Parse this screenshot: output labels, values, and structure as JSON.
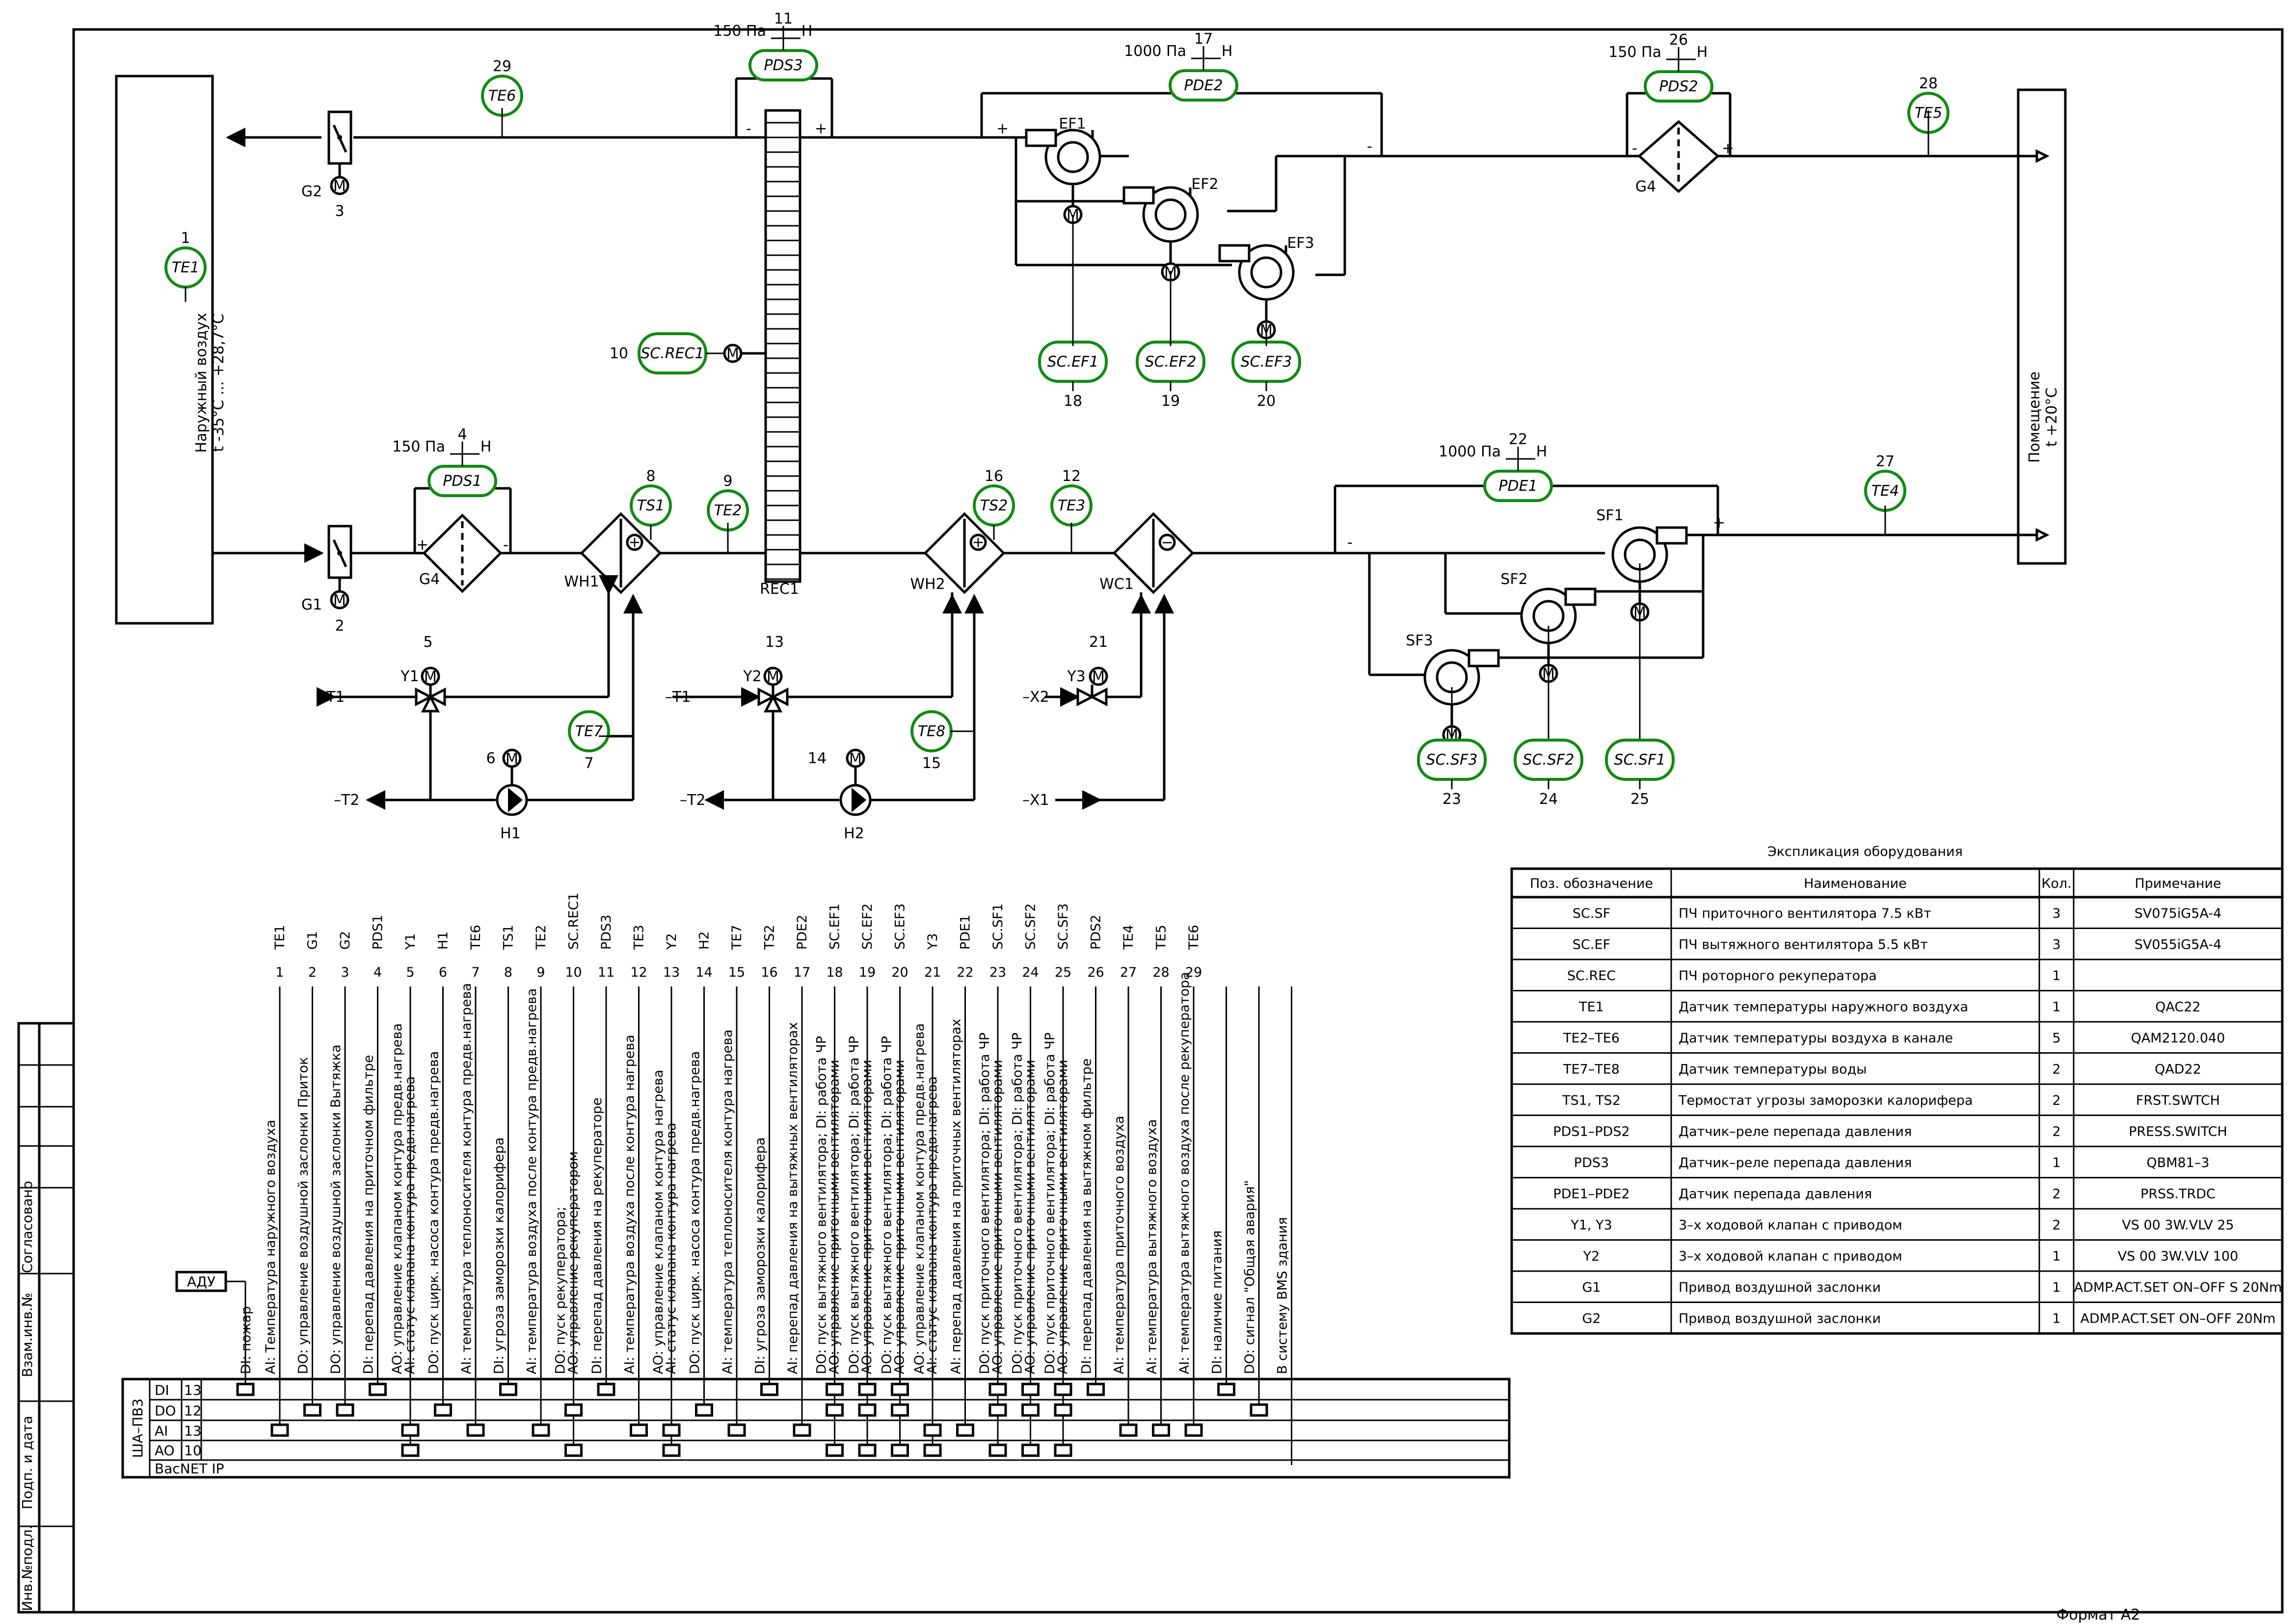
{
  "outside_air": "Наружный воздух",
  "outside_temp": "t -35°С ... +28,7°С",
  "room": "Помещение",
  "room_temp": "t +20°С",
  "format": "Формат А2",
  "fan_units": {
    "ef1": "EF1",
    "ef2": "EF2",
    "ef3": "EF3",
    "sf1": "SF1",
    "sf2": "SF2",
    "sf3": "SF3"
  },
  "equipment_labels": {
    "g2": "G2",
    "g1": "G1",
    "g4a": "G4",
    "g4b": "G4",
    "rec1": "REC1",
    "wh1": "WH1",
    "wh2": "WH2",
    "wc1": "WC1",
    "h1": "H1",
    "h2": "H2",
    "y1": "Y1",
    "y2": "Y2",
    "y3": "Y3"
  },
  "pipe_labels": {
    "t1a": "–T1",
    "t2a": "–T2",
    "t1b": "–T1",
    "t2b": "–T2",
    "x2": "–X2",
    "x1": "–X1"
  },
  "plus": "+",
  "minus": "-",
  "motor": "M",
  "high": "Н",
  "sensors": [
    {
      "tag": "TE6",
      "num": "29"
    },
    {
      "tag": "PDS3",
      "num": "11",
      "range": "150 Па"
    },
    {
      "tag": "PDE2",
      "num": "17",
      "range": "1000 Па"
    },
    {
      "tag": "PDS2",
      "num": "26",
      "range": "150 Па"
    },
    {
      "tag": "TE5",
      "num": "28"
    },
    {
      "tag": "TE1",
      "num": "1"
    },
    {
      "tag": "SC.REC1",
      "num": "10"
    },
    {
      "tag": "SC.EF1",
      "num": "18"
    },
    {
      "tag": "SC.EF2",
      "num": "19"
    },
    {
      "tag": "SC.EF3",
      "num": "20"
    },
    {
      "tag": "PDS1",
      "num": "4",
      "range": "150 Па"
    },
    {
      "tag": "TS1",
      "num": "8"
    },
    {
      "tag": "TE2",
      "num": "9"
    },
    {
      "tag": "TS2",
      "num": "16"
    },
    {
      "tag": "TE3",
      "num": "12"
    },
    {
      "tag": "PDE1",
      "num": "22",
      "range": "1000 Па"
    },
    {
      "tag": "TE4",
      "num": "27"
    },
    {
      "tag": "TE7",
      "num": "7"
    },
    {
      "tag": "TE8",
      "num": "15"
    },
    {
      "tag": "SC.SF3",
      "num": "23"
    },
    {
      "tag": "SC.SF2",
      "num": "24"
    },
    {
      "tag": "SC.SF1",
      "num": "25"
    }
  ],
  "motor_numbers": {
    "g2": "3",
    "g1": "2",
    "y1": "5",
    "h1": "6",
    "y2": "13",
    "h2": "14",
    "y3": "21"
  },
  "title_block": [
    "Согласовано",
    "Взам.инв.№",
    "Подп. и дата",
    "Инв.№подл."
  ],
  "adu": "АДУ",
  "controller": {
    "name": "ША–ПВ3",
    "rows": [
      {
        "type": "DI",
        "count": "13"
      },
      {
        "type": "DO",
        "count": "12"
      },
      {
        "type": "AI",
        "count": "13"
      },
      {
        "type": "AO",
        "count": "10"
      }
    ],
    "bus": "BacNET IP"
  },
  "signals": [
    {
      "tag": "TE1",
      "num": "1",
      "desc": "AI: Температура наружного воздуха"
    },
    {
      "tag": "G1",
      "num": "2",
      "desc": "DO: управление воздушной заслонки Приток"
    },
    {
      "tag": "G2",
      "num": "3",
      "desc": "DO: управление воздушной заслонки Вытяжка"
    },
    {
      "tag": "PDS1",
      "num": "4",
      "desc": "DI: перепад давления на приточном фильтре"
    },
    {
      "tag": "Y1",
      "num": "5",
      "desc": "AO: управление клапаном контура предв.нагрева",
      "desc2": "AI: статус клапана контура предв.нагрева"
    },
    {
      "tag": "H1",
      "num": "6",
      "desc": "DO: пуск цирк. насоса контура предв.нагрева"
    },
    {
      "tag": "TE6",
      "num": "7",
      "desc": "AI: температура теплоносителя контура предв.нагрева"
    },
    {
      "tag": "TS1",
      "num": "8",
      "desc": "DI: угроза заморозки калорифера"
    },
    {
      "tag": "TE2",
      "num": "9",
      "desc": "AI: температура воздуха после контура предв.нагрева"
    },
    {
      "tag": "SC.REC1",
      "num": "10",
      "desc": "DO: пуск рекуператора;",
      "desc2": "AO: управление рекуператором"
    },
    {
      "tag": "PDS3",
      "num": "11",
      "desc": "DI: перепад давления на рекуператоре"
    },
    {
      "tag": "TE3",
      "num": "12",
      "desc": "AI: температура воздуха после контура нагрева"
    },
    {
      "tag": "Y2",
      "num": "13",
      "desc": "AO: управление клапаном контура нагрева",
      "desc2": "AI: статус клапана контура нагрева"
    },
    {
      "tag": "H2",
      "num": "14",
      "desc": "DO: пуск цирк. насоса контура предв.нагрева"
    },
    {
      "tag": "TE7",
      "num": "15",
      "desc": "AI: температура теплоносителя контура нагрева"
    },
    {
      "tag": "TS2",
      "num": "16",
      "desc": "DI: угроза заморозки калорифера"
    },
    {
      "tag": "PDE2",
      "num": "17",
      "desc": "AI: перепад давления на вытяжных вентиляторах"
    },
    {
      "tag": "SC.EF1",
      "num": "18",
      "desc": "DO: пуск вытяжного вентилятора; DI: работа ЧР",
      "desc2": "AO: управление приточными вентиляторами"
    },
    {
      "tag": "SC.EF2",
      "num": "19",
      "desc": "DO: пуск вытяжного вентилятора; DI: работа ЧР",
      "desc2": "AO: управление приточными вентиляторами"
    },
    {
      "tag": "SC.EF3",
      "num": "20",
      "desc": "DO: пуск вытяжного вентилятора; DI: работа ЧР",
      "desc2": "AO: управление приточными вентиляторами"
    },
    {
      "tag": "Y3",
      "num": "21",
      "desc": "AO: управление клапаном контура предв.нагрева",
      "desc2": "AI: статус клапана контура предв.нагрева"
    },
    {
      "tag": "PDE1",
      "num": "22",
      "desc": "AI: перепад давления на приточных вентиляторах"
    },
    {
      "tag": "SC.SF1",
      "num": "23",
      "desc": "DO: пуск приточного вентилятора; DI: работа ЧР",
      "desc2": "AO: управление приточными вентиляторами"
    },
    {
      "tag": "SC.SF2",
      "num": "24",
      "desc": "DO: пуск приточного вентилятора; DI: работа ЧР",
      "desc2": "AO: управление приточными вентиляторами"
    },
    {
      "tag": "SC.SF3",
      "num": "25",
      "desc": "DO: пуск приточного вентилятора; DI: работа ЧР",
      "desc2": "AO: управление приточными вентиляторами"
    },
    {
      "tag": "PDS2",
      "num": "26",
      "desc": "DI: перепад давления на вытяжном фильтре"
    },
    {
      "tag": "TE4",
      "num": "27",
      "desc": "AI: температура приточного воздуха"
    },
    {
      "tag": "TE5",
      "num": "28",
      "desc": "AI: температура вытяжного воздуха"
    },
    {
      "tag": "TE6",
      "num": "29",
      "desc": "AI: температура вытяжного воздуха после рекуператора"
    },
    {
      "tag": "",
      "num": "",
      "desc": "DI: наличие питания"
    },
    {
      "tag": "",
      "num": "",
      "desc": "DO: сигнал \"Общая авария\""
    },
    {
      "tag": "",
      "num": "",
      "desc": "В систему BMS здания"
    }
  ],
  "extra_signal_first": "DI: пожар",
  "table": {
    "title": "Экспликация оборудования",
    "headers": [
      "Поз. обозначение",
      "Наименование",
      "Кол.",
      "Примечание"
    ],
    "rows": [
      [
        "SC.SF",
        "ПЧ приточного вентилятора 7.5 кВт",
        "3",
        "SV075iG5A-4"
      ],
      [
        "SC.EF",
        "ПЧ вытяжного вентилятора 5.5 кВт",
        "3",
        "SV055iG5A-4"
      ],
      [
        "SC.REC",
        "ПЧ роторного рекуператора",
        "1",
        ""
      ],
      [
        "TE1",
        "Датчик температуры наружного воздуха",
        "1",
        "QAC22"
      ],
      [
        "TE2–TE6",
        "Датчик температуры воздуха в канале",
        "5",
        "QAM2120.040"
      ],
      [
        "TE7–TE8",
        "Датчик температуры воды",
        "2",
        "QAD22"
      ],
      [
        "TS1, TS2",
        "Термостат угрозы заморозки калорифера",
        "2",
        "FRST.SWTCH"
      ],
      [
        "PDS1–PDS2",
        "Датчик–реле перепада давления",
        "2",
        "PRESS.SWITCH"
      ],
      [
        "PDS3",
        "Датчик–реле перепада давления",
        "1",
        "QBM81–3"
      ],
      [
        "PDE1–PDE2",
        "Датчик перепада давления",
        "2",
        "PRSS.TRDC"
      ],
      [
        "Y1, Y3",
        "3–х ходовой клапан с приводом",
        "2",
        "VS 00 3W.VLV 25"
      ],
      [
        "Y2",
        "3–х ходовой клапан с приводом",
        "1",
        "VS 00 3W.VLV 100"
      ],
      [
        "G1",
        "Привод воздушной заслонки",
        "1",
        "ADMP.ACT.SET ON–OFF S 20Nm"
      ],
      [
        "G2",
        "Привод воздушной заслонки",
        "1",
        "ADMP.ACT.SET ON–OFF 20Nm"
      ]
    ]
  }
}
